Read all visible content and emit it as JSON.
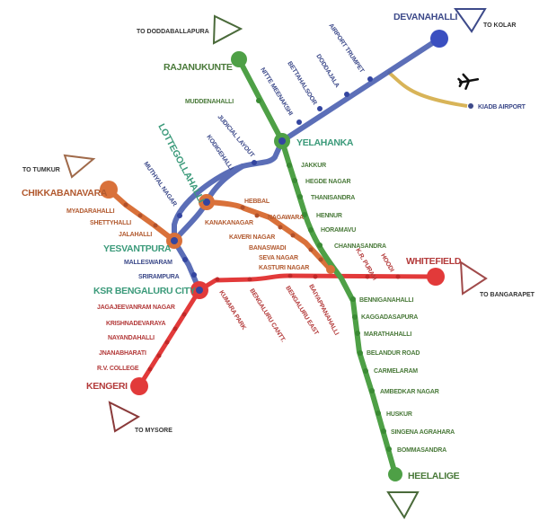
{
  "title": "Namma Metro Bengaluru Map",
  "colors": {
    "green": "#4ea046",
    "blue": "#4a5fb0",
    "orange": "#d9713a",
    "red": "#e23a3a",
    "yellow": "#d8b458",
    "interchange_label": "#3b9a7a"
  },
  "terminals": {
    "rajanukunte": "RAJANUKUNTE",
    "devanahalli": "DEVANAHALLI",
    "chikkabanavara": "CHIKKABANAVARA",
    "whitefield": "WHITEFIELD",
    "kengeri": "KENGERI",
    "heelalige": "HEELALIGE"
  },
  "interchanges": {
    "yelahanka": "YELAHANKA",
    "lottegollahalli": "LOTTEGOLLAHALLI",
    "yesvantpura": "YESVANTPURA",
    "ksr": "KSR BENGALURU CITY"
  },
  "directions": {
    "doddaballapura": "TO DODDABALLAPURA",
    "kolar": "TO KOLAR",
    "tumkur": "TO TUMKUR",
    "bangarapet": "TO BANGARAPET",
    "mysore": "TO MYSORE"
  },
  "airport": {
    "label": "KIADB AIRPORT",
    "icon": "airplane-icon"
  },
  "green_stations": [
    "MUDDENAHALLI",
    "JAKKUR",
    "HEGDE NAGAR",
    "THANISANDRA",
    "HENNUR",
    "HORAMAVU",
    "CHANNASANDRA",
    "BENNIGANAHALLI",
    "KAGGADASAPURA",
    "MARATHAHALLI",
    "BELANDUR ROAD",
    "CARMELARAM",
    "AMBEDKAR NAGAR",
    "HUSKUR",
    "SINGENA AGRAHARA",
    "BOMMASANDRA"
  ],
  "blue_stations": [
    "AIRPORT TRUMPET",
    "DODDAJALA",
    "BETTAHALSOOR",
    "NITTE MEENAKSHI",
    "JUDICIAL LAYOUT",
    "KODIGEHALLI",
    "MUTHYAL NAGAR",
    "MALLESWARAM",
    "SRIRAMPURA"
  ],
  "orange_stations": [
    "MYADARAHALLI",
    "SHETTYHALLI",
    "JALAHALLI",
    "HEBBAL",
    "KANAKANAGAR",
    "NAGAWARA",
    "KAVERI NAGAR",
    "BANASWADI",
    "SEVA NAGAR",
    "KASTURI NAGAR"
  ],
  "red_stations": [
    "KUMARA PARK",
    "BENGALURU CANTT.",
    "BENGALURU EAST",
    "BAIYAPPANAHALLI",
    "K.R. PURAM",
    "HOODI",
    "JAGAJEEVANRAM NAGAR",
    "KRISHNADEVARAYA",
    "NAYANDAHALLI",
    "JNANABHARATI",
    "R.V. COLLEGE"
  ]
}
